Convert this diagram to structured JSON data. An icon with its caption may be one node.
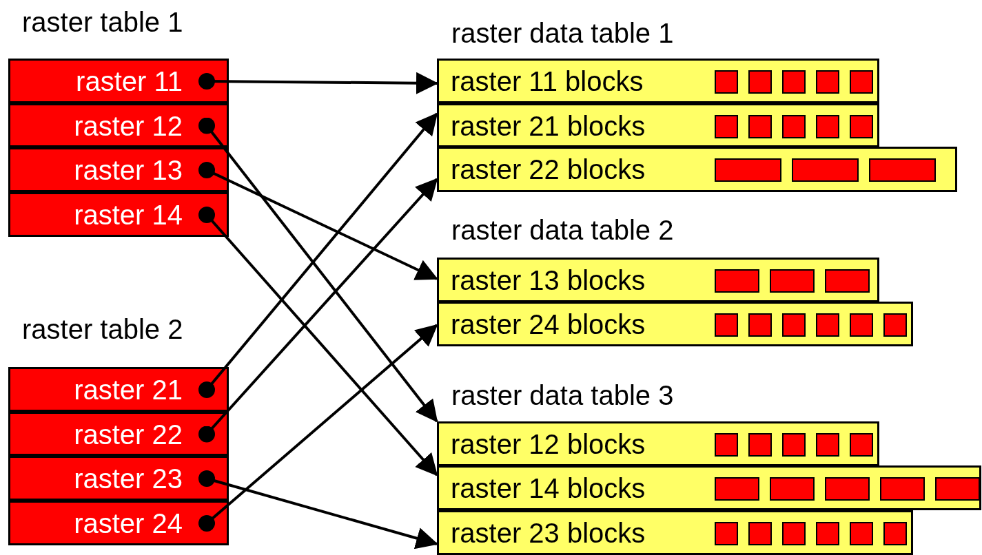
{
  "diagram": {
    "nodes": [
      {
        "text": [
          "raster 11"
        ]
      },
      {
        "text": [
          "raster 12"
        ]
      },
      {
        "text": [
          "raster 13"
        ]
      },
      {
        "text": [
          "raster 14"
        ]
      },
      {
        "text": [
          "raster 21"
        ]
      },
      {
        "text": [
          "raster 22"
        ]
      },
      {
        "text": [
          "raster 23"
        ]
      },
      {
        "text": [
          "raster 24"
        ]
      },
      {
        "text": [
          "raster 11 blocks"
        ]
      },
      {
        "text": [
          "raster 21 blocks"
        ]
      },
      {
        "text": [
          "raster 22 blocks"
        ]
      },
      {
        "text": [
          "raster 13 blocks"
        ]
      },
      {
        "text": [
          "raster 24 blocks"
        ]
      },
      {
        "text": [
          "raster 12 blocks"
        ]
      },
      {
        "text": [
          "raster 14 blocks"
        ]
      },
      {
        "text": [
          "raster 23 blocks"
        ]
      }
    ],
    "edges": [
      {
        "from": 0,
        "to": 8,
        "arrow": "to"
      },
      {
        "from": 1,
        "to": 13,
        "arrow": "to"
      },
      {
        "from": 2,
        "to": 11,
        "arrow": "to"
      },
      {
        "from": 3,
        "to": 14,
        "arrow": "to"
      },
      {
        "from": 4,
        "to": 9,
        "arrow": "to"
      },
      {
        "from": 5,
        "to": 10,
        "arrow": "to"
      },
      {
        "from": 6,
        "to": 15,
        "arrow": "to"
      },
      {
        "from": 7,
        "to": 12,
        "arrow": "to"
      }
    ],
    "labels": [
      "raster table 1",
      "raster data table 1",
      "raster data table 2",
      "raster table 2",
      "raster data table 3"
    ]
  }
}
